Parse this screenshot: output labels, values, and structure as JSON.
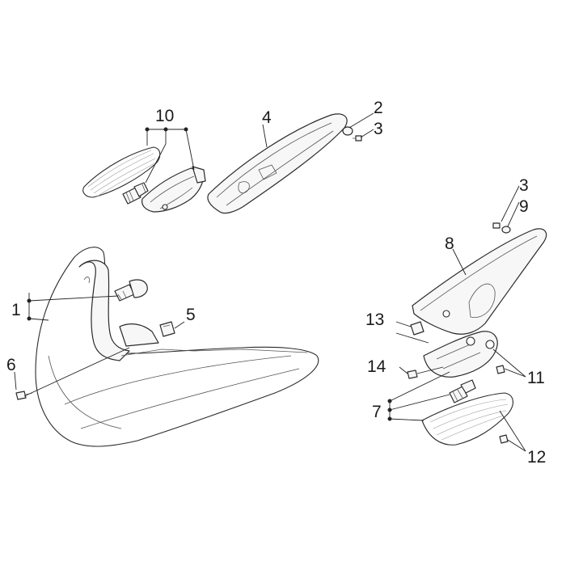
{
  "callouts": [
    {
      "id": "1",
      "label": "1"
    },
    {
      "id": "2",
      "label": "2"
    },
    {
      "id": "3a",
      "label": "3"
    },
    {
      "id": "3b",
      "label": "3"
    },
    {
      "id": "4",
      "label": "4"
    },
    {
      "id": "5",
      "label": "5"
    },
    {
      "id": "6",
      "label": "6"
    },
    {
      "id": "7",
      "label": "7"
    },
    {
      "id": "8",
      "label": "8"
    },
    {
      "id": "9",
      "label": "9"
    },
    {
      "id": "10",
      "label": "10"
    },
    {
      "id": "11",
      "label": "11"
    },
    {
      "id": "12",
      "label": "12"
    },
    {
      "id": "13",
      "label": "13"
    },
    {
      "id": "14",
      "label": "14"
    }
  ]
}
